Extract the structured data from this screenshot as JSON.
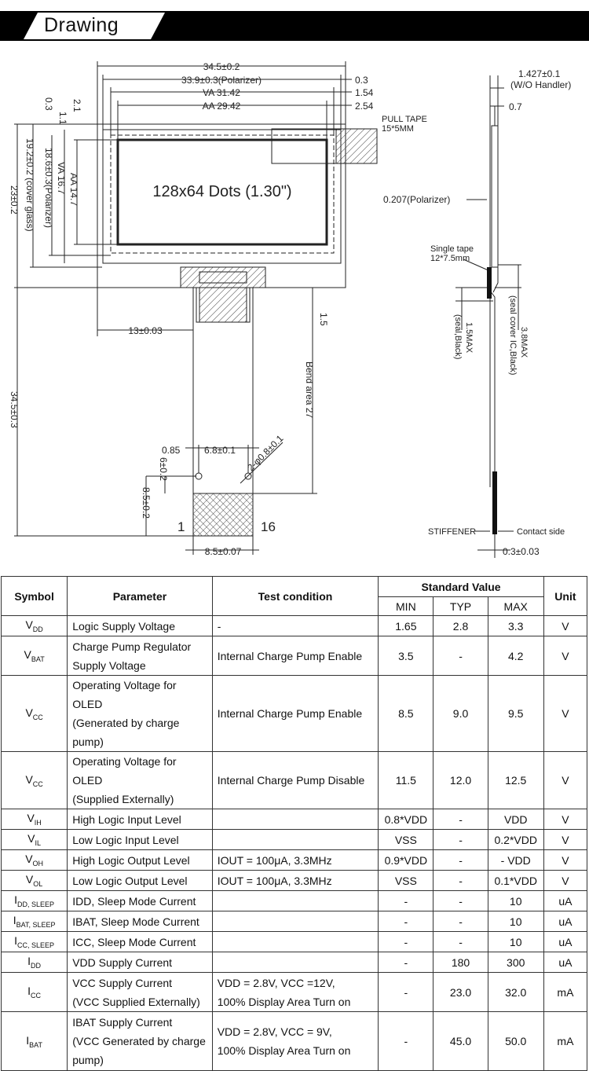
{
  "banner": {
    "title": "Drawing"
  },
  "drawing": {
    "dims": {
      "outer_width": "34.5±0.2",
      "polarizer_width": "33.9±0.3(Polarizer)",
      "va_width": "VA 31.42",
      "aa_width": "AA 29.42",
      "r_03": "0.3",
      "r_154": "1.54",
      "r_254": "2.54",
      "pull_tape": "PULL TAPE",
      "pull_tape_size": "15*5MM",
      "display_label": "128x64 Dots (1.30\")",
      "left_03": "0.3",
      "left_21": "2.1",
      "left_11": "1.1",
      "cover_glass": "19.2±0.2 (cover glass)",
      "polarizer_h": "18.6±0.3(Polarizer)",
      "va_h": "VA 16.7",
      "aa_h": "AA 14.7",
      "height_23": "23±0.2",
      "offset_13": "13±0.03",
      "d_15": "1.5",
      "bend_area": "Bend area 27",
      "total_h": "34.5±0.3",
      "hole_dia": "2-φ0.8±0.1",
      "d_085": "0.85",
      "d_68": "6.8±0.1",
      "d_6": "6±0.2",
      "d_85": "8.5±0.2",
      "pin1": "1",
      "pin16": "16",
      "tail_w": "8.5±0.07",
      "thick_total": "1.427±0.1",
      "thick_note": "(W/O Handler)",
      "thick_07": "0.7",
      "polarizer_t": "0.207(Polarizer)",
      "single_tape": "Single tape",
      "single_tape_size": "12*7.5mm",
      "d_15max": "1.5MAX",
      "seal_black": "(seal,Black)",
      "d_38max": "3.8MAX",
      "seal_cover": "(seal cover IC,Black)",
      "stiffener": "STIFFENER",
      "contact_side": "Contact side",
      "stiff_t": "0.3±0.03"
    }
  },
  "table": {
    "headers": {
      "symbol": "Symbol",
      "parameter": "Parameter",
      "test": "Test condition",
      "standard": "Standard Value",
      "min": "MIN",
      "typ": "TYP",
      "max": "MAX",
      "unit": "Unit"
    },
    "rows": [
      {
        "sym": "V",
        "sub": "DD",
        "p1": "Logic Supply Voltage",
        "p2": "",
        "t1": "-",
        "t2": "",
        "min": "1.65",
        "typ": "2.8",
        "max": "3.3",
        "unit": "V"
      },
      {
        "sym": "V",
        "sub": "BAT",
        "p1": "Charge Pump Regulator",
        "p2": "Supply Voltage",
        "t1": "Internal Charge Pump Enable",
        "t2": "",
        "min": "3.5",
        "typ": "-",
        "max": "4.2",
        "unit": "V"
      },
      {
        "sym": "V",
        "sub": "CC",
        "p1": "Operating Voltage for OLED",
        "p2": "(Generated by charge pump)",
        "t1": "Internal Charge Pump Enable",
        "t2": "",
        "min": "8.5",
        "typ": "9.0",
        "max": "9.5",
        "unit": "V"
      },
      {
        "sym": "V",
        "sub": "CC",
        "p1": "Operating Voltage for OLED",
        "p2": "(Supplied Externally)",
        "t1": "Internal Charge Pump Disable",
        "t2": "",
        "min": "11.5",
        "typ": "12.0",
        "max": "12.5",
        "unit": "V"
      },
      {
        "sym": "V",
        "sub": "IH",
        "p1": "High Logic Input Level",
        "p2": "",
        "t1": "",
        "t2": "",
        "min": "0.8*VDD",
        "typ": "-",
        "max": "VDD",
        "unit": "V"
      },
      {
        "sym": "V",
        "sub": "IL",
        "p1": "Low Logic Input Level",
        "p2": "",
        "t1": "",
        "t2": "",
        "min": "VSS",
        "typ": "-",
        "max": "0.2*VDD",
        "unit": "V"
      },
      {
        "sym": "V",
        "sub": "OH",
        "p1": "High Logic Output Level",
        "p2": "",
        "t1": "IOUT = 100μA, 3.3MHz",
        "t2": "",
        "min": "0.9*VDD",
        "typ": "-",
        "max": "- VDD",
        "unit": "V"
      },
      {
        "sym": "V",
        "sub": "OL",
        "p1": "Low Logic Output Level",
        "p2": "",
        "t1": "IOUT = 100μA, 3.3MHz",
        "t2": "",
        "min": "VSS",
        "typ": "-",
        "max": "0.1*VDD",
        "unit": "V"
      },
      {
        "sym": "I",
        "sub": "DD, SLEEP",
        "p1": "IDD, Sleep Mode Current",
        "p2": "",
        "t1": "",
        "t2": "",
        "min": "-",
        "typ": "-",
        "max": "10",
        "unit": "uA"
      },
      {
        "sym": "I",
        "sub": "BAT, SLEEP",
        "p1": "IBAT, Sleep Mode Current",
        "p2": "",
        "t1": "",
        "t2": "",
        "min": "-",
        "typ": "-",
        "max": "10",
        "unit": "uA"
      },
      {
        "sym": "I",
        "sub": "CC, SLEEP",
        "p1": "ICC, Sleep Mode Current",
        "p2": "",
        "t1": "",
        "t2": "",
        "min": "-",
        "typ": "-",
        "max": "10",
        "unit": "uA"
      },
      {
        "sym": "I",
        "sub": "DD",
        "p1": "VDD Supply Current",
        "p2": "",
        "t1": "",
        "t2": "",
        "min": "-",
        "typ": "180",
        "max": "300",
        "unit": "uA"
      },
      {
        "sym": "I",
        "sub": "CC",
        "p1": "VCC Supply Current",
        "p2": "(VCC Supplied Externally)",
        "t1": "VDD = 2.8V, VCC =12V,",
        "t2": "100% Display Area Turn on",
        "min": "-",
        "typ": "23.0",
        "max": "32.0",
        "unit": "mA"
      },
      {
        "sym": "I",
        "sub": "BAT",
        "p1": "IBAT Supply Current",
        "p2": "(VCC Generated by charge",
        "p3": "pump)",
        "t1": "VDD = 2.8V, VCC = 9V,",
        "t2": "100% Display Area Turn on",
        "min": "-",
        "typ": "45.0",
        "max": "50.0",
        "unit": "mA"
      }
    ]
  }
}
